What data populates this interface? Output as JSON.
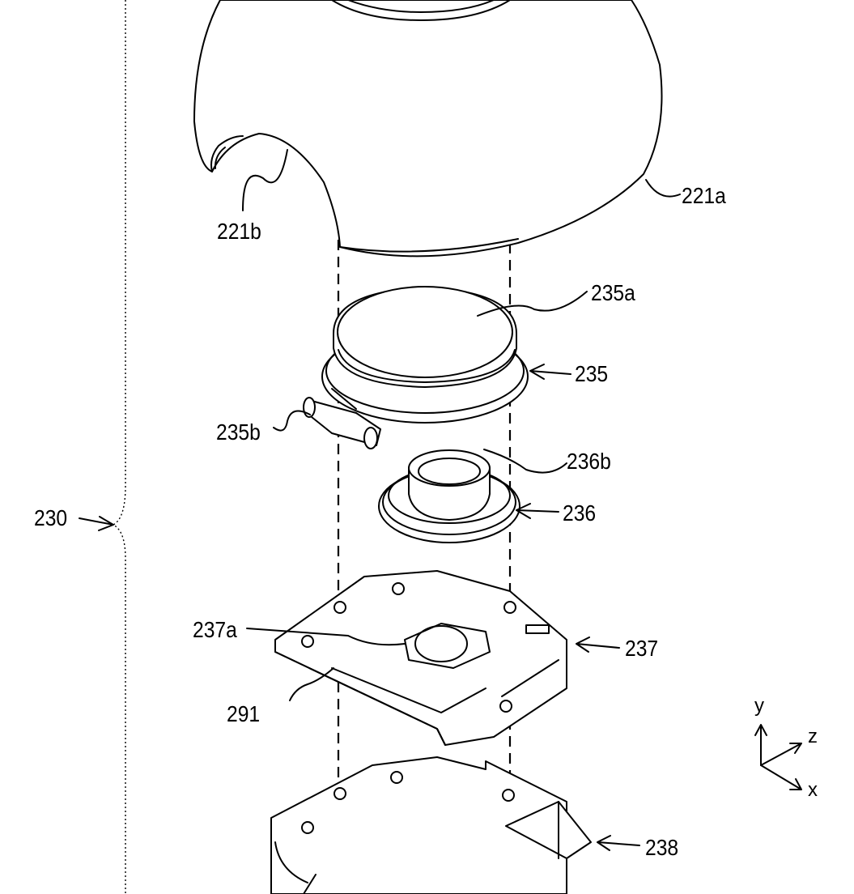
{
  "labels": {
    "l221a": "221a",
    "l221b": "221b",
    "l235a": "235a",
    "l235": "235",
    "l235b": "235b",
    "l236b": "236b",
    "l236": "236",
    "l230": "230",
    "l237a": "237a",
    "l237": "237",
    "l291": "291",
    "l238": "238"
  },
  "axes": {
    "y": "y",
    "z": "z",
    "x": "x"
  }
}
